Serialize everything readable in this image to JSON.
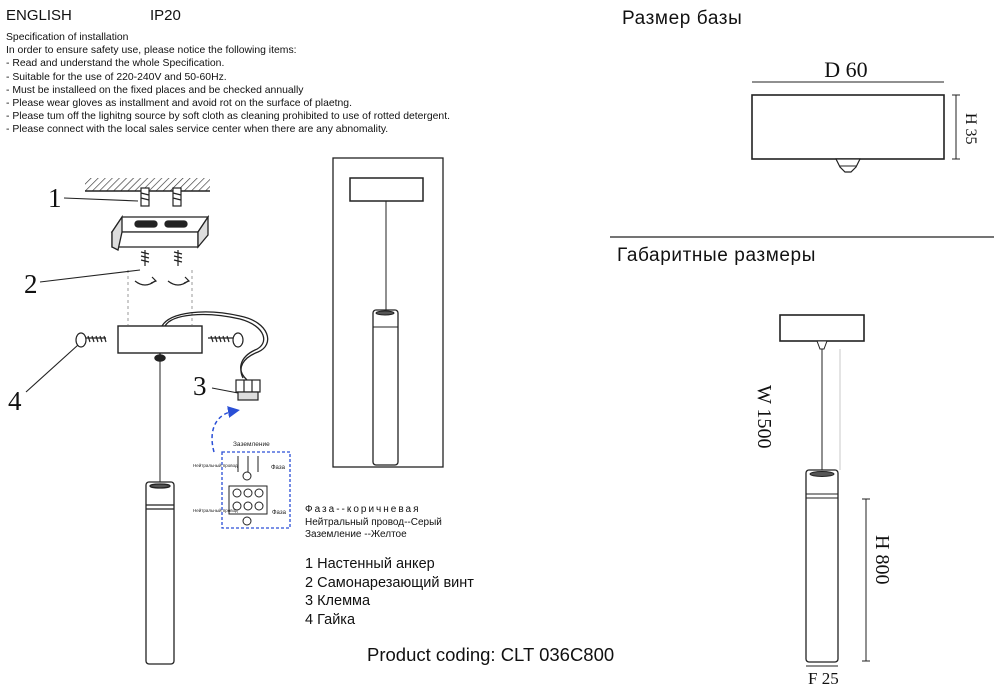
{
  "header": {
    "language": "ENGLISH",
    "ip_rating": "IP20"
  },
  "specification": {
    "title": "Specification of installation",
    "intro": "In order to ensure safety use, please notice the following items:",
    "items": [
      "- Read and understand the whole Specification.",
      "- Suitable for the use of 220-240V and 50-60Hz.",
      "- Must be installeed on the fixed places and be checked annually",
      "- Please wear gloves as installment and avoid rot on the surface of plaetng.",
      "- Please tum off the lighitng source by soft cloth as cleaning prohibited to use of rotted detergent.",
      "- Please connect with the local sales service center when there are any abnomality."
    ]
  },
  "callouts": [
    "1",
    "2",
    "3",
    "4"
  ],
  "wiring": {
    "ground_label": "Заземление",
    "phase_label": "Фаза",
    "neutral_label": "Нейтральный провод",
    "legend": [
      "Фаза--коричневая",
      "Нейтральный провод--Серый",
      "Заземление --Желтое"
    ]
  },
  "parts": [
    "1 Настенный анкер",
    "2 Самонарезающий винт",
    "3 Клемма",
    "4 Гайка"
  ],
  "product_coding": "Product coding: CLT 036C800",
  "base_size": {
    "title": "Размер базы",
    "diameter": "D 60",
    "height": "H 35"
  },
  "overall_size": {
    "title": "Габаритные размеры",
    "cable_length": "W 1500",
    "body_height": "H 800",
    "tube_diameter": "F 25"
  }
}
